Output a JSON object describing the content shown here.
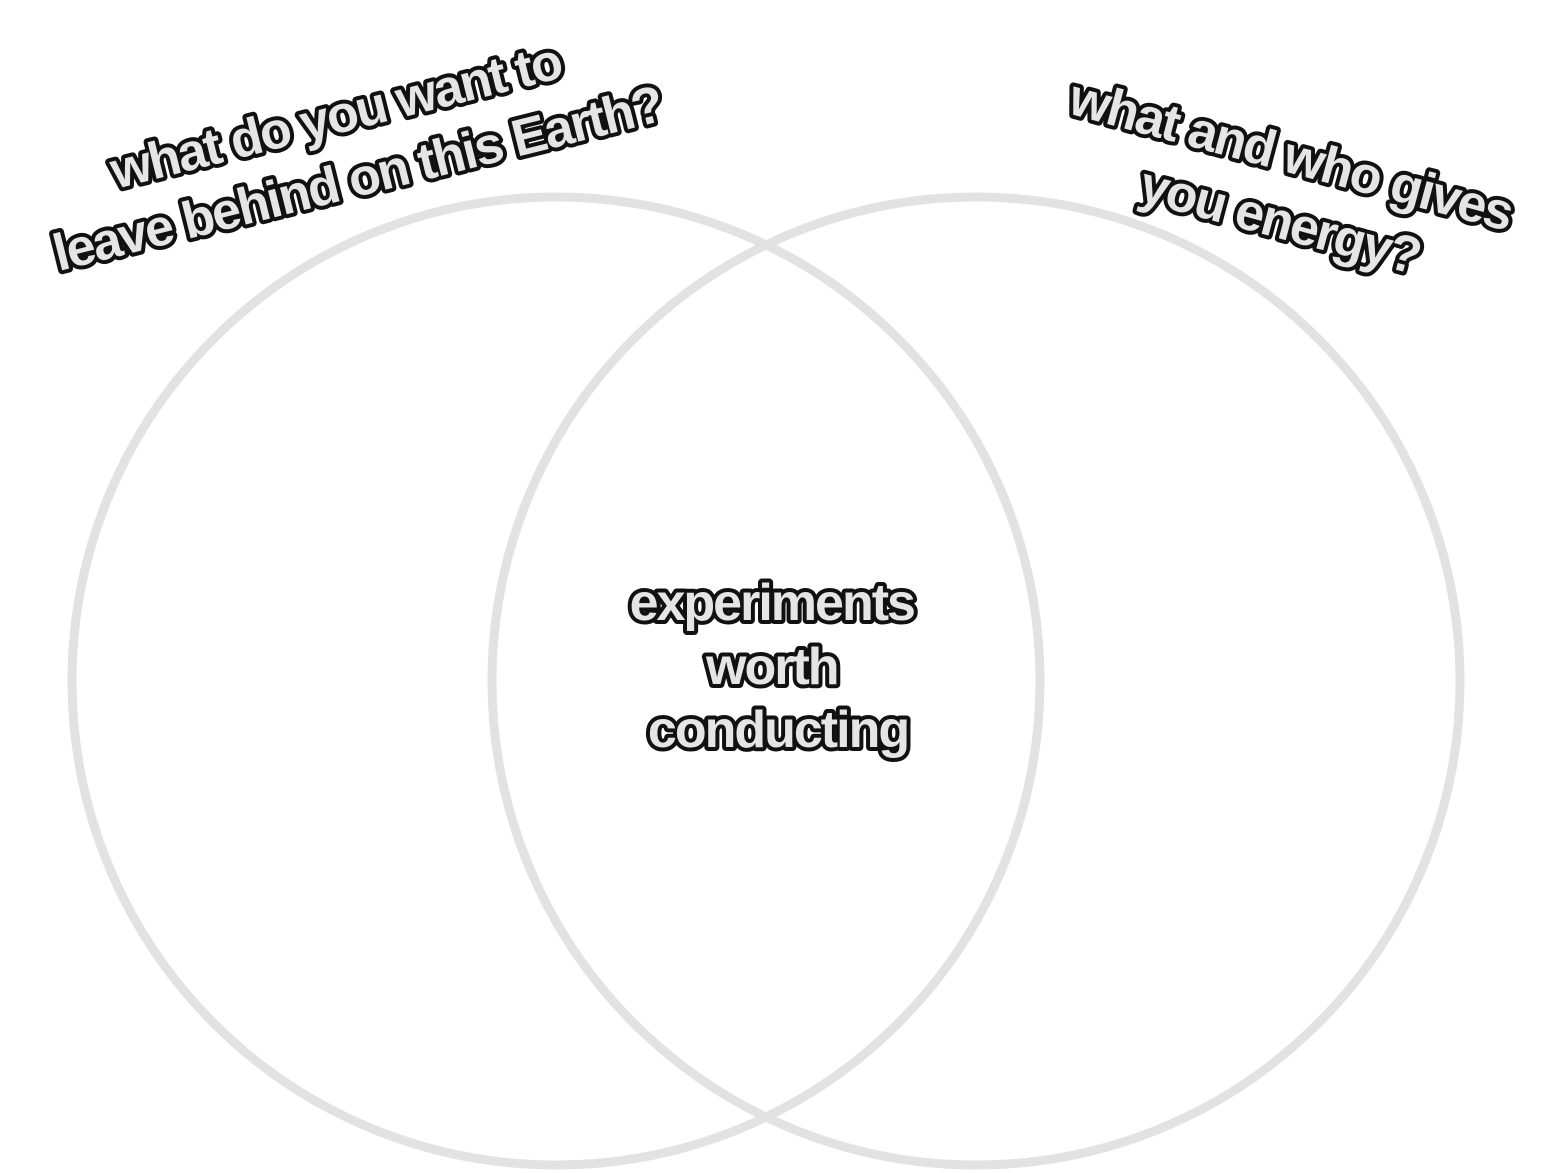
{
  "colors": {
    "background": "#ffffff",
    "circle_stroke": "#e2e2e2",
    "label_fill": "#e5e5e5",
    "label_outline": "#111111"
  },
  "venn": {
    "left_circle_label": {
      "line1": "what do you want to",
      "line2": "leave behind on this Earth?"
    },
    "right_circle_label": {
      "line1": "what and who gives",
      "line2": "you energy?"
    },
    "intersection_label": {
      "line1": "experiments",
      "line2": "worth",
      "line3": "conducting"
    }
  }
}
